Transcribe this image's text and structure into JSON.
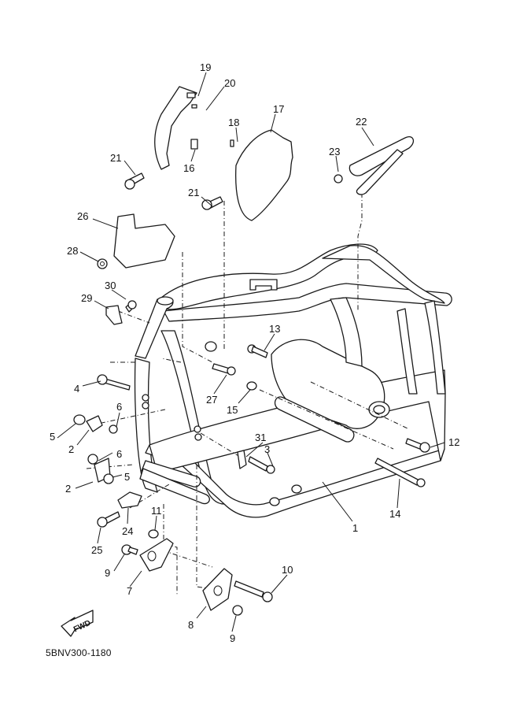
{
  "diagram": {
    "type": "exploded-parts-diagram",
    "subject": "Motorcycle frame assembly",
    "drawing_code": "5BNV300-1180",
    "direction_badge": "FWD",
    "callouts": [
      {
        "id": "c1",
        "label": "1"
      },
      {
        "id": "c2a",
        "label": "2"
      },
      {
        "id": "c2b",
        "label": "2"
      },
      {
        "id": "c3",
        "label": "3"
      },
      {
        "id": "c4",
        "label": "4"
      },
      {
        "id": "c5a",
        "label": "5"
      },
      {
        "id": "c5b",
        "label": "5"
      },
      {
        "id": "c6a",
        "label": "6"
      },
      {
        "id": "c6b",
        "label": "6"
      },
      {
        "id": "c7",
        "label": "7"
      },
      {
        "id": "c8",
        "label": "8"
      },
      {
        "id": "c9a",
        "label": "9"
      },
      {
        "id": "c9b",
        "label": "9"
      },
      {
        "id": "c10",
        "label": "10"
      },
      {
        "id": "c11",
        "label": "11"
      },
      {
        "id": "c12",
        "label": "12"
      },
      {
        "id": "c13",
        "label": "13"
      },
      {
        "id": "c14",
        "label": "14"
      },
      {
        "id": "c15",
        "label": "15"
      },
      {
        "id": "c16",
        "label": "16"
      },
      {
        "id": "c17",
        "label": "17"
      },
      {
        "id": "c18",
        "label": "18"
      },
      {
        "id": "c19",
        "label": "19"
      },
      {
        "id": "c20",
        "label": "20"
      },
      {
        "id": "c21a",
        "label": "21"
      },
      {
        "id": "c21b",
        "label": "21"
      },
      {
        "id": "c22",
        "label": "22"
      },
      {
        "id": "c23",
        "label": "23"
      },
      {
        "id": "c24",
        "label": "24"
      },
      {
        "id": "c25",
        "label": "25"
      },
      {
        "id": "c26",
        "label": "26"
      },
      {
        "id": "c27",
        "label": "27"
      },
      {
        "id": "c28",
        "label": "28"
      },
      {
        "id": "c29",
        "label": "29"
      },
      {
        "id": "c30",
        "label": "30"
      },
      {
        "id": "c31",
        "label": "31"
      }
    ]
  }
}
